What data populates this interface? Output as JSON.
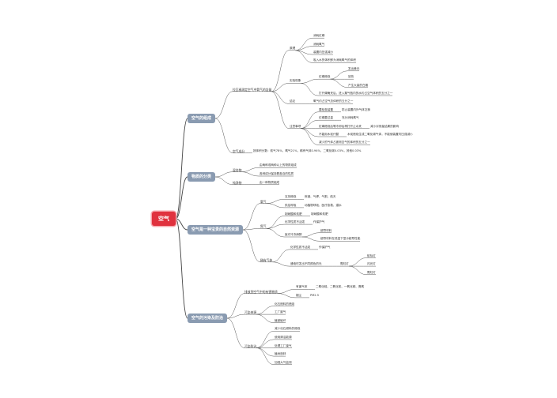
{
  "root": {
    "label": "空气",
    "children": [
      {
        "label": "空气的组成",
        "children": [
          {
            "label": "拉瓦锡测定空气中氧气的含量",
            "children": [
              {
                "label": "原理",
                "children": [
                  {
                    "label": "消耗红磷"
                  },
                  {
                    "label": "消耗氧气"
                  },
                  {
                    "label": "装置内压强减小"
                  },
                  {
                    "label": "吸入水的体积即为消耗氧气的体积"
                  }
                ]
              },
              {
                "label": "实验现象",
                "children": [
                  {
                    "label": "红磷燃烧",
                    "children": [
                      {
                        "label": "发出黄光"
                      },
                      {
                        "label": "放热"
                      },
                      {
                        "label": "产生大量的白烟"
                      }
                    ]
                  },
                  {
                    "label": "打开弹簧夹后，进入集气瓶内的水约占空气体积的五分之一"
                  }
                ]
              },
              {
                "label": "结论",
                "children": [
                  {
                    "label": "氧气约占空气总体积的五分之一"
                  }
                ]
              },
              {
                "label": "注意事项",
                "children": [
                  {
                    "label": "要检查装置",
                    "note": "防止装置内外气体交换"
                  },
                  {
                    "label": "红磷要过量",
                    "note": "充分消耗氧气"
                  },
                  {
                    "label": "红磷燃烧后等冷却后再打开止水夹",
                    "note": "减小对测量结果的影响"
                  },
                  {
                    "label": "不能用木炭代替",
                    "note": "木炭燃烧生成二氧化碳气体，不能使装置内压强减小"
                  },
                  {
                    "label": "减少的气体占被测空气的体积的五分之一"
                  }
                ]
              }
            ]
          },
          {
            "label": "空气成分",
            "note": "按体积分数：氮气78%，氧气21%，稀有气体0.94%，二氧化碳0.03%，其他0.03%"
          }
        ]
      },
      {
        "label": "物质的分类",
        "children": [
          {
            "label": "混合物",
            "children": [
              {
                "label": "由两种或两种以上的物质组成"
              },
              {
                "label": "各种成分保持着各自的性质"
              }
            ]
          },
          {
            "label": "纯净物",
            "children": [
              {
                "label": "由一种物质组成"
              }
            ]
          }
        ]
      },
      {
        "label": "空气是一种宝贵的自然资源",
        "children": [
          {
            "label": "氧气",
            "children": [
              {
                "label": "支持燃烧",
                "note": "炼钢、气焊、气割、航天"
              },
              {
                "label": "供给呼吸",
                "note": "动植物呼吸、医疗急救、潜水"
              }
            ]
          },
          {
            "label": "氮气",
            "children": [
              {
                "label": "制硝酸和氮肥",
                "note": "制硝酸和氮肥"
              },
              {
                "label": "化学性质不活泼",
                "note": "作保护气"
              },
              {
                "label": "医疗冷冻麻醉",
                "children": [
                  {
                    "label": "超导材料"
                  },
                  {
                    "label": "超导材料在低温下显示超导性能"
                  }
                ]
              }
            ]
          },
          {
            "label": "稀有气体",
            "children": [
              {
                "label": "化学性质不活泼",
                "note": "作保护气"
              },
              {
                "label": "通电时发出不同颜色的光",
                "children": [
                  {
                    "label": "霓虹灯",
                    "children": [
                      {
                        "label": "航标灯"
                      },
                      {
                        "label": "闪光灯"
                      },
                      {
                        "label": "霓虹灯"
                      }
                    ]
                  }
                ]
              }
            ]
          }
        ]
      },
      {
        "label": "空气的污染及防治",
        "children": [
          {
            "label": "排放到空气中的有害物质",
            "children": [
              {
                "label": "有害气体",
                "note": "二氧化硫、二氧化氮、一氧化碳、臭氧"
              },
              {
                "label": "烟尘",
                "note": "PM2.5"
              }
            ]
          },
          {
            "label": "污染来源",
            "children": [
              {
                "label": "化石燃料的燃烧"
              },
              {
                "label": "工厂废气"
              },
              {
                "label": "植被破坏"
              }
            ]
          },
          {
            "label": "污染防治",
            "children": [
              {
                "label": "减少化石燃料的燃烧"
              },
              {
                "label": "使用清洁能源"
              },
              {
                "label": "处理工厂废气"
              },
              {
                "label": "植树造林"
              },
              {
                "label": "加强大气监测"
              }
            ]
          }
        ]
      }
    ]
  }
}
